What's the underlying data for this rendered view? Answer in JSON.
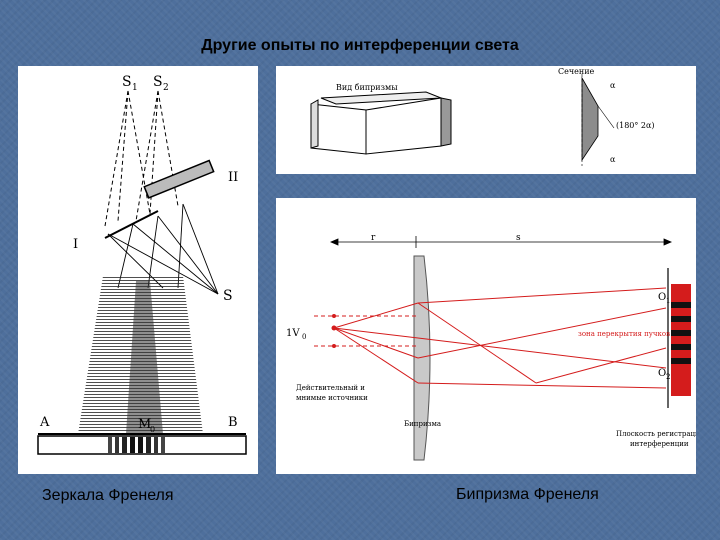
{
  "slide": {
    "title": "Другие опыты по интерференции света"
  },
  "fresnel_mirrors": {
    "caption": "Зеркала Френеля",
    "labels": {
      "s1": "S",
      "s1_sub": "1",
      "s2": "S",
      "s2_sub": "2",
      "s": "S",
      "mirror_1": "I",
      "mirror_2": "II",
      "a": "A",
      "m": "M",
      "m_sub": "0",
      "b": "B"
    }
  },
  "biprism_geometry": {
    "view_label": "Вид бипризмы",
    "section_label": "Сечение",
    "angle_label": "(180° 2α)",
    "alpha_top": "α",
    "alpha_bottom": "α"
  },
  "fresnel_biprism": {
    "caption": "Бипризма Френеля",
    "labels": {
      "r": "r",
      "s": "s",
      "source": "1V",
      "source_sub": "0",
      "o1": "O",
      "o1_sub": "1",
      "o2": "O",
      "o2_sub": "2",
      "zone": "зона перекрытия пучков",
      "virtual_sources_line1": "Действительный и",
      "virtual_sources_line2": "мнимые источники",
      "biprism": "Бипризма",
      "plane_line1": "Плоскость регистрации",
      "plane_line2": "интерференции"
    }
  }
}
